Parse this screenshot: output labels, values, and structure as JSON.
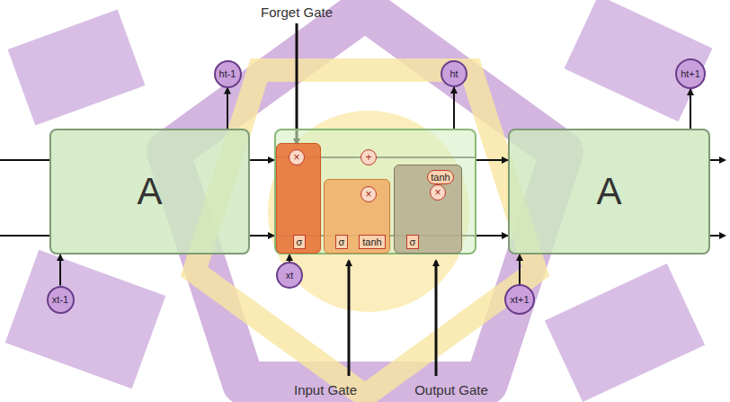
{
  "diagram": {
    "nodes": [
      {
        "text": [
          "A"
        ]
      },
      {
        "text": [
          "ht-1"
        ]
      },
      {
        "text": [
          "xt-1"
        ]
      },
      {
        "text": []
      },
      {
        "text": [
          "σ"
        ],
        "in": 3
      },
      {
        "text": [
          "σ",
          "tanh"
        ],
        "in": 3
      },
      {
        "text": [
          "σ",
          "tanh"
        ],
        "in": 3
      },
      {
        "text": [
          "ht"
        ]
      },
      {
        "text": [
          "xt"
        ]
      },
      {
        "text": [
          "A"
        ]
      },
      {
        "text": [
          "ht+1"
        ]
      },
      {
        "text": [
          "xt+1"
        ]
      }
    ],
    "edges": [
      {
        "from": 2,
        "to": 0,
        "arrow": "to"
      },
      {
        "from": 0,
        "to": 1,
        "arrow": "to"
      },
      {
        "from": 0,
        "to": 3,
        "arrow": "to"
      },
      {
        "from": 0,
        "to": 3,
        "arrow": "to"
      },
      {
        "from": 8,
        "to": 3,
        "arrow": "to"
      },
      {
        "from": 3,
        "to": 7,
        "arrow": "to"
      },
      {
        "from": 3,
        "to": 9,
        "arrow": "to"
      },
      {
        "from": 3,
        "to": 9,
        "arrow": "to"
      },
      {
        "from": 11,
        "to": 9,
        "arrow": "to"
      },
      {
        "from": 9,
        "to": 10,
        "arrow": "to"
      }
    ],
    "labels": [
      "Forget Gate",
      "Input Gate",
      "Output Gate",
      "×",
      "+",
      "×",
      "×"
    ]
  }
}
